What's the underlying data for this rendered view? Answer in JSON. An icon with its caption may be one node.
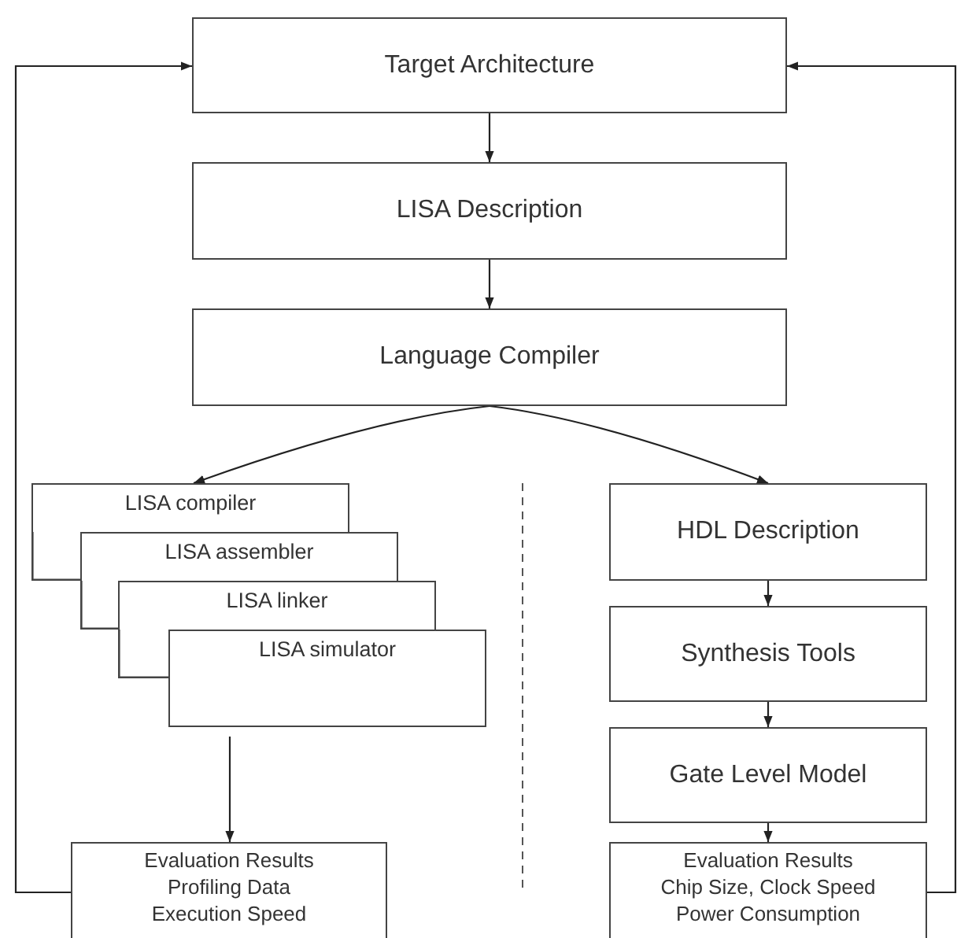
{
  "diagram": {
    "nodes": [
      {
        "text": [
          "Target Architecture"
        ]
      },
      {
        "text": [
          "LISA Description"
        ]
      },
      {
        "text": [
          "Language Compiler"
        ]
      },
      {
        "text": [
          "LISA compiler"
        ]
      },
      {
        "text": [
          "LISA assembler"
        ]
      },
      {
        "text": [
          "LISA linker"
        ]
      },
      {
        "text": [
          "LISA simulator"
        ]
      },
      {
        "text": [
          "HDL Description"
        ]
      },
      {
        "text": [
          "Synthesis Tools"
        ]
      },
      {
        "text": [
          "Gate Level Model"
        ]
      },
      {
        "text": [
          "Evaluation Results",
          "Profiling Data",
          "Execution Speed"
        ]
      },
      {
        "text": [
          "Evaluation Results",
          "Chip Size, Clock Speed",
          "Power Consumption"
        ]
      }
    ],
    "edges": [
      {
        "from": 0,
        "to": 1,
        "arrow": "to"
      },
      {
        "from": 1,
        "to": 2,
        "arrow": "to"
      },
      {
        "from": 2,
        "to": 3,
        "arrow": "to"
      },
      {
        "from": 2,
        "to": 7,
        "arrow": "to"
      },
      {
        "from": 6,
        "to": 10,
        "arrow": "to"
      },
      {
        "from": 7,
        "to": 8,
        "arrow": "to"
      },
      {
        "from": 8,
        "to": 9,
        "arrow": "to"
      },
      {
        "from": 9,
        "to": 11,
        "arrow": "to"
      },
      {
        "from": 10,
        "to": 0,
        "arrow": "to"
      },
      {
        "from": 11,
        "to": 0,
        "arrow": "to"
      }
    ]
  }
}
